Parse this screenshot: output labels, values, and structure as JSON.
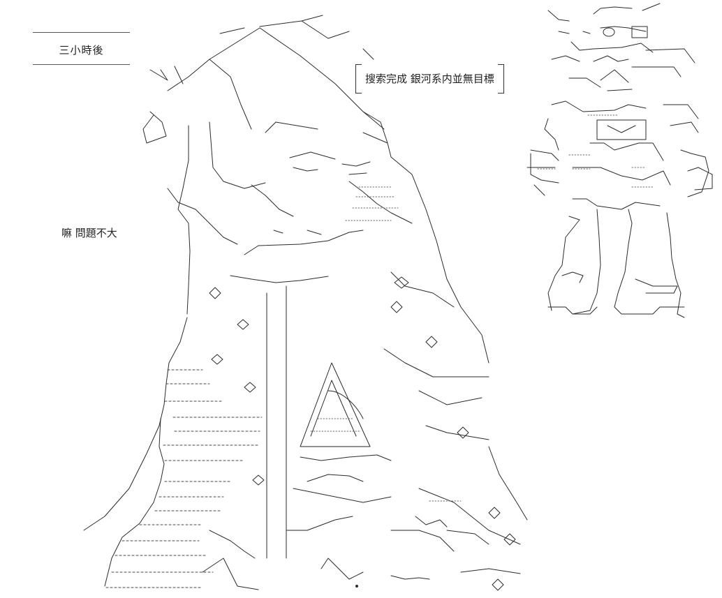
{
  "caption": {
    "text": "三小時後"
  },
  "remark": {
    "text": "嘛 問題不大"
  },
  "callout": {
    "text": "搜索完成 銀河系内並無目標"
  },
  "colors": {
    "ink": "#222222",
    "background": "#ffffff"
  },
  "icons": {
    "left_figure": "robed-figure-art-icon",
    "right_figure": "robot-figure-art-icon"
  }
}
